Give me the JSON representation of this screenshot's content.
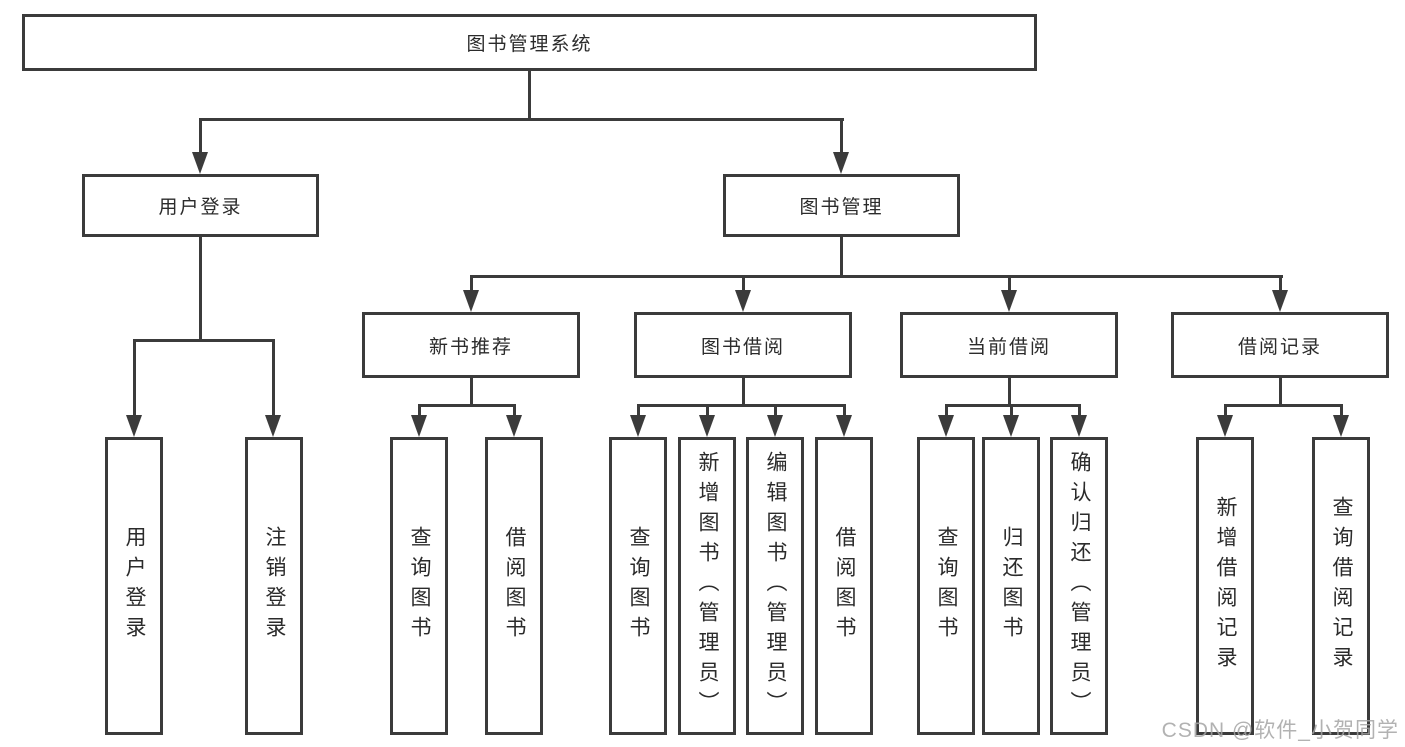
{
  "diagram": {
    "type": "hierarchy-tree",
    "tree": {
      "label": "图书管理系统",
      "children": [
        {
          "label": "用户登录",
          "children": [
            {
              "label": "用户登录"
            },
            {
              "label": "注销登录"
            }
          ]
        },
        {
          "label": "图书管理",
          "children": [
            {
              "label": "新书推荐",
              "children": [
                {
                  "label": "查询图书"
                },
                {
                  "label": "借阅图书"
                }
              ]
            },
            {
              "label": "图书借阅",
              "children": [
                {
                  "label": "查询图书"
                },
                {
                  "label": "新增图书（管理员）"
                },
                {
                  "label": "编辑图书（管理员）"
                },
                {
                  "label": "借阅图书"
                }
              ]
            },
            {
              "label": "当前借阅",
              "children": [
                {
                  "label": "查询图书"
                },
                {
                  "label": "归还图书"
                },
                {
                  "label": "确认归还（管理员）"
                }
              ]
            },
            {
              "label": "借阅记录",
              "children": [
                {
                  "label": "新增借阅记录"
                },
                {
                  "label": "查询借阅记录"
                }
              ]
            }
          ]
        }
      ]
    },
    "colors": {
      "line": "#3b3b3b",
      "text": "#2b2b2b",
      "background": "#ffffff",
      "watermark": "#a5a5a5"
    }
  },
  "watermark": {
    "text": "CSDN @软件_小贺同学"
  }
}
